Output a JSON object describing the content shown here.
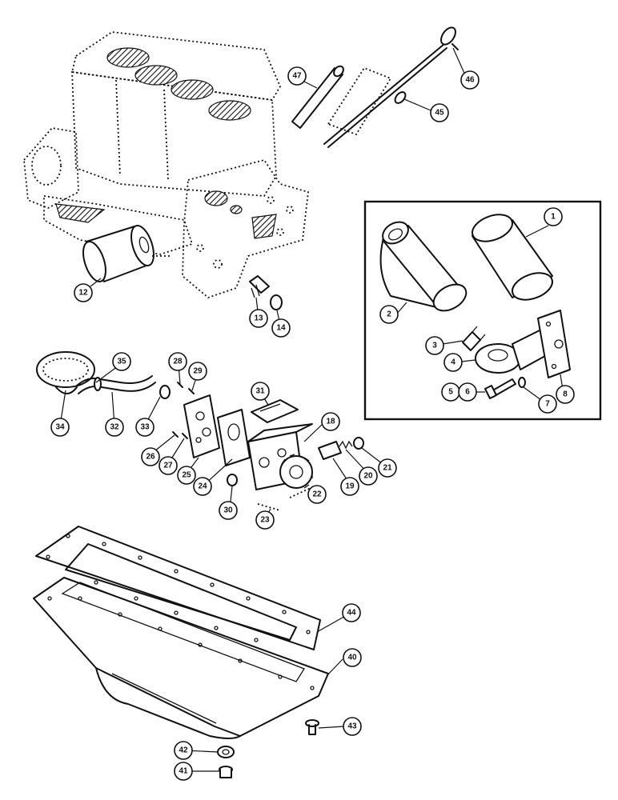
{
  "callouts": [
    {
      "id": "c1",
      "label": "1"
    },
    {
      "id": "c2",
      "label": "2"
    },
    {
      "id": "c3",
      "label": "3"
    },
    {
      "id": "c4",
      "label": "4"
    },
    {
      "id": "c5",
      "label": "5"
    },
    {
      "id": "c6",
      "label": "6"
    },
    {
      "id": "c7",
      "label": "7"
    },
    {
      "id": "c8",
      "label": "8"
    },
    {
      "id": "c12",
      "label": "12"
    },
    {
      "id": "c13",
      "label": "13"
    },
    {
      "id": "c14",
      "label": "14"
    },
    {
      "id": "c18",
      "label": "18"
    },
    {
      "id": "c19",
      "label": "19"
    },
    {
      "id": "c20",
      "label": "20"
    },
    {
      "id": "c21",
      "label": "21"
    },
    {
      "id": "c22",
      "label": "22"
    },
    {
      "id": "c23",
      "label": "23"
    },
    {
      "id": "c24",
      "label": "24"
    },
    {
      "id": "c25",
      "label": "25"
    },
    {
      "id": "c26",
      "label": "26"
    },
    {
      "id": "c27",
      "label": "27"
    },
    {
      "id": "c28",
      "label": "28"
    },
    {
      "id": "c29",
      "label": "29"
    },
    {
      "id": "c30",
      "label": "30"
    },
    {
      "id": "c31",
      "label": "31"
    },
    {
      "id": "c32",
      "label": "32"
    },
    {
      "id": "c33",
      "label": "33"
    },
    {
      "id": "c34",
      "label": "34"
    },
    {
      "id": "c35",
      "label": "35"
    },
    {
      "id": "c40",
      "label": "40"
    },
    {
      "id": "c41",
      "label": "41"
    },
    {
      "id": "c42",
      "label": "42"
    },
    {
      "id": "c43",
      "label": "43"
    },
    {
      "id": "c44",
      "label": "44"
    },
    {
      "id": "c45",
      "label": "45"
    },
    {
      "id": "c46",
      "label": "46"
    },
    {
      "id": "c47",
      "label": "47"
    }
  ]
}
